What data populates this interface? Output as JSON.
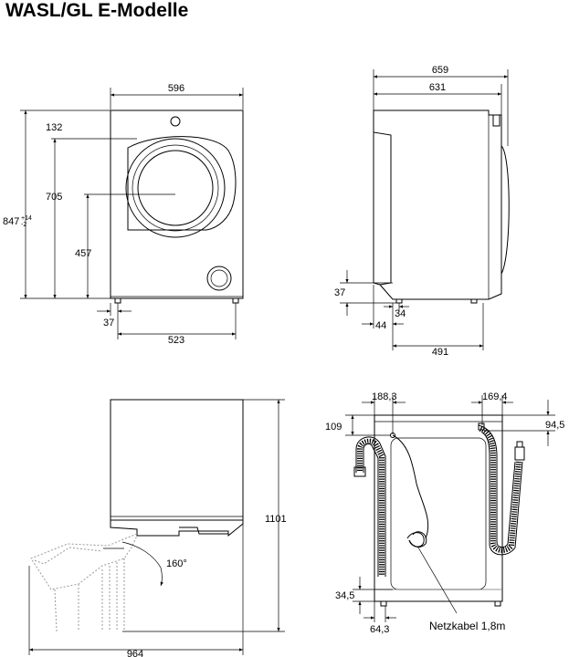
{
  "title": "WASL/GL E-Modelle",
  "front_view": {
    "width": "596",
    "top_offset": "132",
    "door_height": "705",
    "total_height": "847",
    "total_height_tol_upper": "+14",
    "total_height_tol_lower": "-2",
    "door_center_height": "457",
    "foot_offset": "37",
    "foot_span": "523"
  },
  "side_view": {
    "depth_total": "659",
    "depth_body": "631",
    "foot_height": "37",
    "foot_to_front": "34",
    "foot_inset": "44",
    "foot_span": "491"
  },
  "top_view": {
    "height_with_door": "1101",
    "door_angle": "160°",
    "depth_door_open": "964"
  },
  "rear_view": {
    "inlet_from_left": "188,3",
    "drain_from_right": "169,4",
    "inlet_from_top": "109",
    "drain_from_top": "94,5",
    "power_from_bottom": "34,5",
    "power_from_left": "64,3",
    "power_cable_label": "Netzkabel 1,8m"
  }
}
